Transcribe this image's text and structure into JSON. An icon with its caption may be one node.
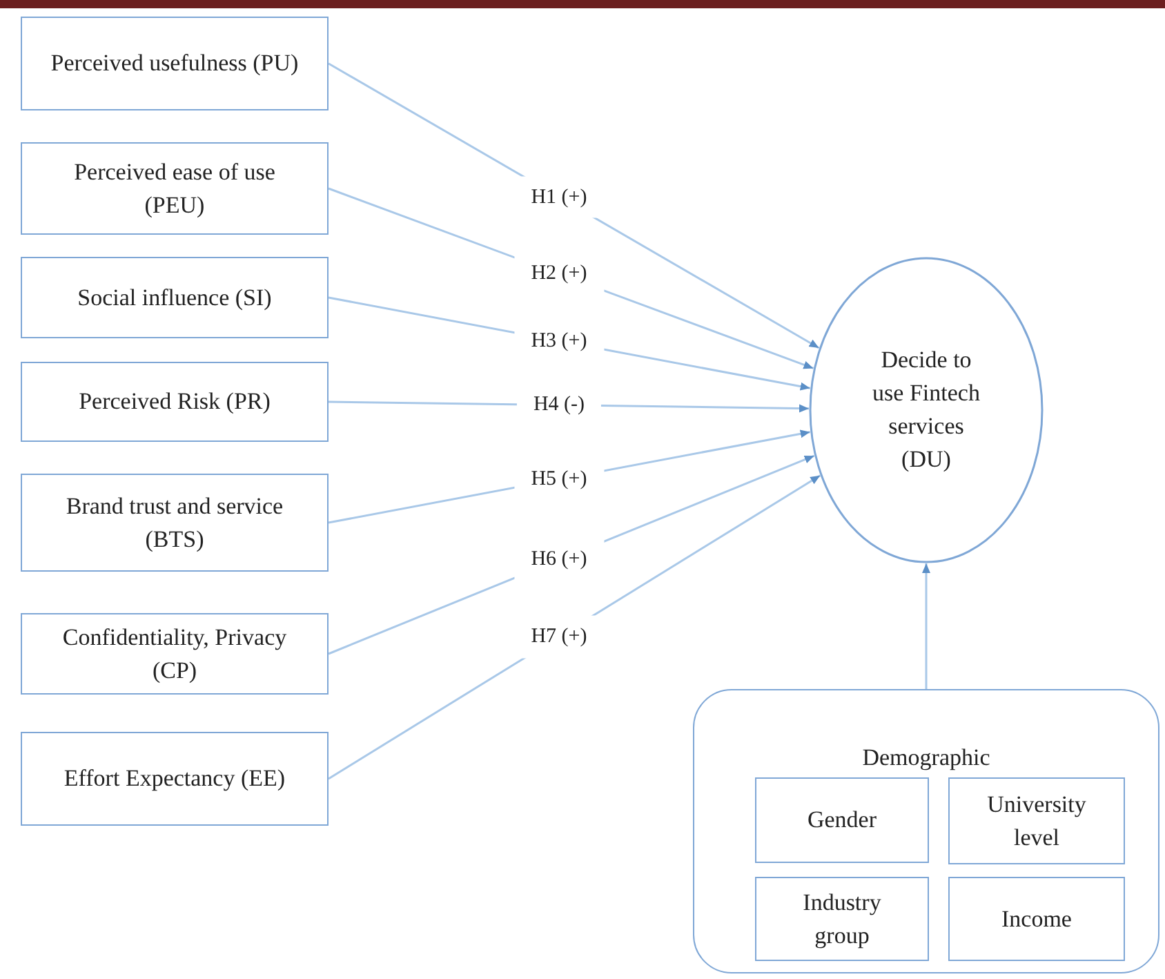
{
  "diagram": {
    "nodes": [
      {
        "text": [
          "Perceived usefulness (PU)"
        ]
      },
      {
        "text": [
          "Perceived ease of use (PEU)"
        ]
      },
      {
        "text": [
          "Social influence (SI)"
        ]
      },
      {
        "text": [
          "Perceived Risk (PR)"
        ]
      },
      {
        "text": [
          "Brand trust and service (BTS)"
        ]
      },
      {
        "text": [
          "Confidentiality, Privacy (CP)"
        ]
      },
      {
        "text": [
          "Effort Expectancy (EE)"
        ]
      },
      {
        "text": [
          "Decide to use Fintech services (DU)"
        ]
      },
      {
        "text": [
          "Demographic"
        ]
      },
      {
        "text": [
          "Gender"
        ],
        "in": 8
      },
      {
        "text": [
          "University level"
        ],
        "in": 8
      },
      {
        "text": [
          "Industry group"
        ],
        "in": 8
      },
      {
        "text": [
          "Income"
        ],
        "in": 8
      }
    ],
    "edges": [
      {
        "from": 0,
        "to": 7,
        "arrow": "to",
        "label": "H1 (+)"
      },
      {
        "from": 1,
        "to": 7,
        "arrow": "to",
        "label": "H2 (+)"
      },
      {
        "from": 2,
        "to": 7,
        "arrow": "to",
        "label": "H3 (+)"
      },
      {
        "from": 3,
        "to": 7,
        "arrow": "to",
        "label": "H4 (-)"
      },
      {
        "from": 4,
        "to": 7,
        "arrow": "to",
        "label": "H5 (+)"
      },
      {
        "from": 5,
        "to": 7,
        "arrow": "to",
        "label": "H6 (+)"
      },
      {
        "from": 6,
        "to": 7,
        "arrow": "to",
        "label": "H7 (+)"
      },
      {
        "from": 8,
        "to": 7,
        "arrow": "to"
      }
    ]
  }
}
